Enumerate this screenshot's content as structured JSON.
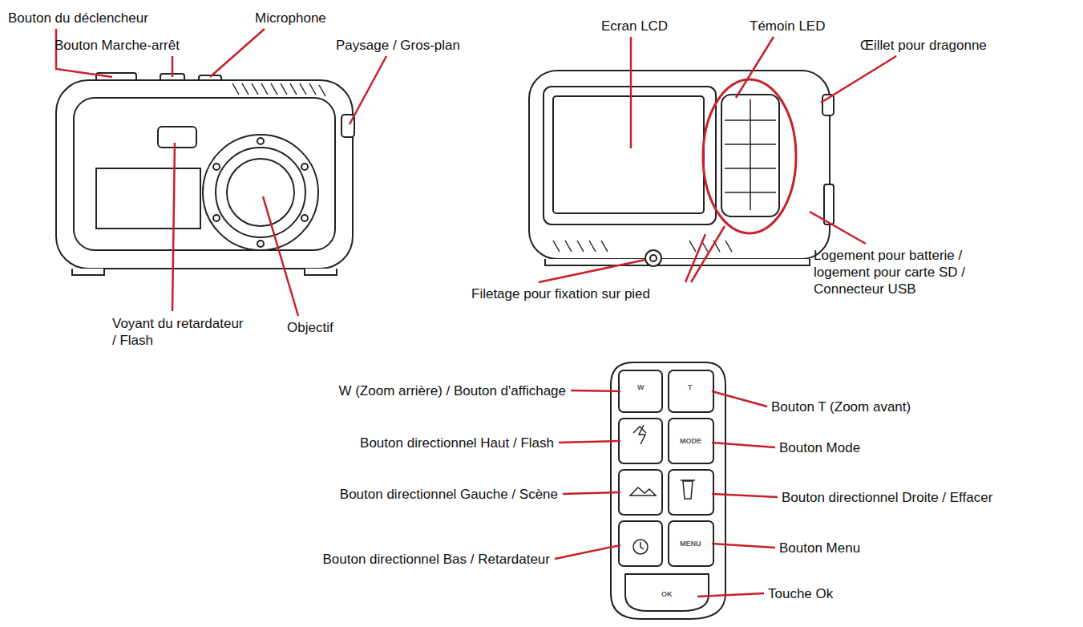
{
  "diagram": {
    "labels": [
      "Bouton du déclencheur",
      "Microphone",
      "Bouton Marche-arrêt",
      "Paysage / Gros-plan",
      "Ecran LCD",
      "Témoin LED",
      "Œillet pour dragonne",
      "Logement pour batterie / logement pour carte SD / Connecteur USB",
      "Filetage pour fixation sur pied",
      "Voyant du retardateur / Flash",
      "Objectif",
      "W (Zoom arrière) / Bouton d'affichage",
      "Bouton T (Zoom avant)",
      "Bouton directionnel Haut / Flash",
      "Bouton Mode",
      "Bouton directionnel Gauche / Scène",
      "Bouton directionnel Droite / Effacer",
      "Bouton Menu",
      "Bouton directionnel Bas / Retardateur",
      "Touche Ok",
      "W",
      "T",
      "MODE",
      "MENU",
      "OK"
    ]
  }
}
